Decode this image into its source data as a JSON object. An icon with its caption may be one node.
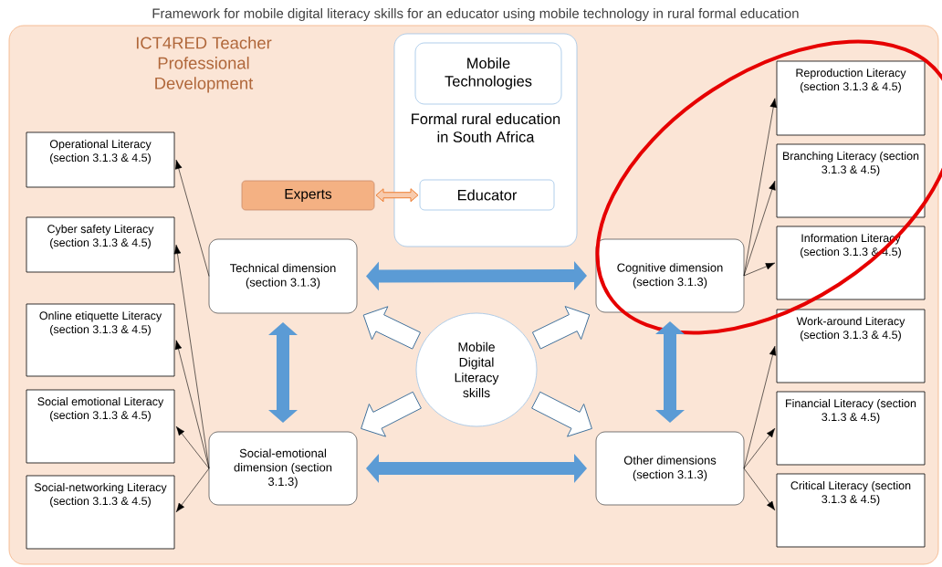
{
  "diagram": {
    "title": "Framework for mobile digital literacy skills for an educator using mobile technology in rural formal education",
    "nodes": [
      {
        "text": [
          "ICT4RED Teacher Professional Development"
        ]
      },
      {
        "text": [
          "Formal rural education in South Africa"
        ],
        "in": 0
      },
      {
        "text": [
          "Mobile Technologies"
        ],
        "in": 1
      },
      {
        "text": [
          "Educator"
        ],
        "in": 1
      },
      {
        "text": [
          "Experts"
        ],
        "in": 0
      },
      {
        "text": [
          "Technical dimension (section 3.1.3)"
        ],
        "in": 0
      },
      {
        "text": [
          "Social-emotional dimension (section 3.1.3)"
        ],
        "in": 0
      },
      {
        "text": [
          "Cognitive dimension (section 3.1.3)"
        ],
        "in": 0
      },
      {
        "text": [
          "Other dimensions (section 3.1.3)"
        ],
        "in": 0
      },
      {
        "text": [
          "Mobile Digital Literacy skills"
        ],
        "in": 0
      },
      {
        "text": [
          "Operational Literacy (section 3.1.3 & 4.5)"
        ],
        "in": 0
      },
      {
        "text": [
          "Cyber safety Literacy (section 3.1.3 & 4.5)"
        ],
        "in": 0
      },
      {
        "text": [
          "Online etiquette Literacy (section 3.1.3 & 4.5)"
        ],
        "in": 0
      },
      {
        "text": [
          "Social emotional Literacy (section 3.1.3 & 4.5)"
        ],
        "in": 0
      },
      {
        "text": [
          "Social-networking Literacy (section 3.1.3 & 4.5)"
        ],
        "in": 0
      },
      {
        "text": [
          "Reproduction Literacy (section 3.1.3 & 4.5)"
        ],
        "in": 0
      },
      {
        "text": [
          "Branching Literacy (section 3.1.3 & 4.5)"
        ],
        "in": 0
      },
      {
        "text": [
          "Information Literacy (section 3.1.3 & 4.5)"
        ],
        "in": 0
      },
      {
        "text": [
          "Work-around Literacy (section 3.1.3 & 4.5)"
        ],
        "in": 0
      },
      {
        "text": [
          "Financial Literacy (section 3.1.3 & 4.5)"
        ],
        "in": 0
      },
      {
        "text": [
          "Critical Literacy (section 3.1.3 & 4.5)"
        ],
        "in": 0
      }
    ],
    "edges": [
      {
        "from": 4,
        "to": 3,
        "arrow": "both",
        "style": "thick",
        "color": "#f8cbad"
      },
      {
        "from": 5,
        "to": 7,
        "arrow": "both",
        "style": "thick",
        "color": "#5b9bd5"
      },
      {
        "from": 5,
        "to": 6,
        "arrow": "both",
        "style": "thick",
        "color": "#5b9bd5"
      },
      {
        "from": 7,
        "to": 8,
        "arrow": "both",
        "style": "thick",
        "color": "#5b9bd5"
      },
      {
        "from": 6,
        "to": 8,
        "arrow": "both",
        "style": "thick",
        "color": "#5b9bd5"
      },
      {
        "from": 9,
        "to": 5,
        "arrow": "to",
        "style": "thick",
        "color": "#ffffff"
      },
      {
        "from": 9,
        "to": 6,
        "arrow": "to",
        "style": "thick",
        "color": "#ffffff"
      },
      {
        "from": 9,
        "to": 7,
        "arrow": "to",
        "style": "thick",
        "color": "#ffffff"
      },
      {
        "from": 9,
        "to": 8,
        "arrow": "to",
        "style": "thick",
        "color": "#ffffff"
      },
      {
        "from": 5,
        "to": 10,
        "arrow": "to"
      },
      {
        "from": 6,
        "to": 11,
        "arrow": "to"
      },
      {
        "from": 6,
        "to": 12,
        "arrow": "to"
      },
      {
        "from": 6,
        "to": 13,
        "arrow": "to"
      },
      {
        "from": 6,
        "to": 14,
        "arrow": "to"
      },
      {
        "from": 7,
        "to": 15,
        "arrow": "to"
      },
      {
        "from": 7,
        "to": 16,
        "arrow": "to"
      },
      {
        "from": 7,
        "to": 17,
        "arrow": "to"
      },
      {
        "from": 8,
        "to": 18,
        "arrow": "to"
      },
      {
        "from": 8,
        "to": 19,
        "arrow": "to"
      },
      {
        "from": 8,
        "to": 20,
        "arrow": "to"
      }
    ]
  }
}
